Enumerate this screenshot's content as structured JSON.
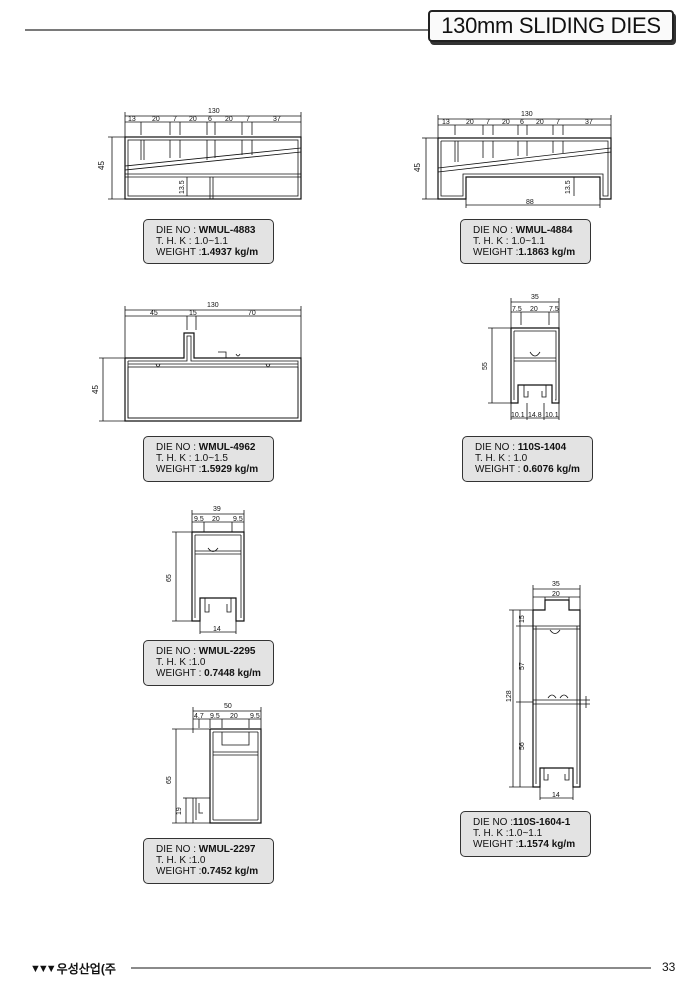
{
  "header": {
    "title": "130mm SLIDING DIES"
  },
  "footer": {
    "company": "우성산업(주",
    "page": "33"
  },
  "labels": {
    "die_no": "DIE NO :",
    "thk": "T. H. K :",
    "weight": "WEIGHT :"
  },
  "dies": [
    {
      "die_no": "WMUL-4883",
      "thk": "1.0~1.1",
      "weight": "1.4937 kg/m",
      "dims": [
        "130",
        "13",
        "20",
        "7",
        "20",
        "6",
        "20",
        "7",
        "37",
        "45",
        "13.5"
      ]
    },
    {
      "die_no": "WMUL-4884",
      "thk": "1.0~1.1",
      "weight": "1.1863 kg/m",
      "dims": [
        "130",
        "13",
        "20",
        "7",
        "20",
        "6",
        "20",
        "7",
        "37",
        "45",
        "13.5",
        "88"
      ]
    },
    {
      "die_no": "WMUL-4962",
      "thk": "1.0~1.5",
      "weight": "1.5929 kg/m",
      "dims": [
        "130",
        "45",
        "15",
        "70",
        "45"
      ]
    },
    {
      "die_no": "110S-1404",
      "thk": "1.0",
      "weight": "0.6076 kg/m",
      "dims": [
        "35",
        "7.5",
        "20",
        "7.5",
        "55",
        "10.1",
        "14.8",
        "10.1"
      ]
    },
    {
      "die_no": "WMUL-2295",
      "thk": "1.0",
      "weight": "0.7448 kg/m",
      "dims": [
        "39",
        "9.5",
        "20",
        "9.5",
        "65",
        "14"
      ]
    },
    {
      "die_no": "110S-1604-1",
      "thk": "1.0~1.1",
      "weight": "1.1574 kg/m",
      "dims": [
        "35",
        "20",
        "15",
        "57",
        "128",
        "56",
        "14"
      ]
    },
    {
      "die_no": "WMUL-2297",
      "thk": "1.0",
      "weight": "0.7452 kg/m",
      "dims": [
        "50",
        "4.7",
        "9.5",
        "20",
        "9.5",
        "65",
        "19"
      ]
    }
  ]
}
